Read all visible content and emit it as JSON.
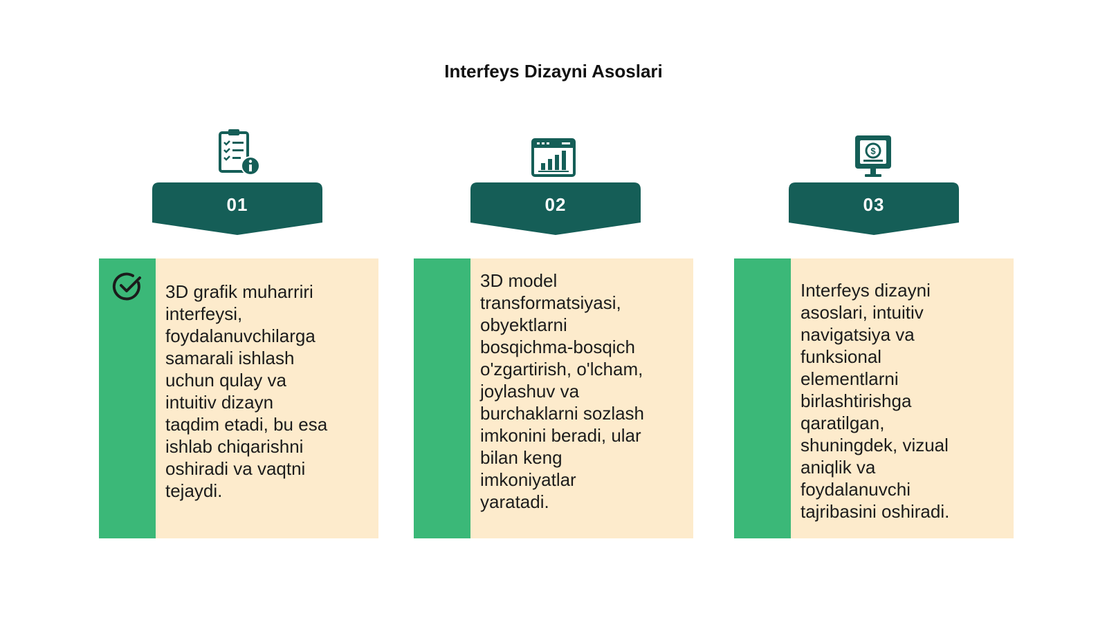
{
  "title": "Interfeys Dizayni Asoslari",
  "colors": {
    "banner": "#155e57",
    "card_bg": "#fdebcc",
    "card_bar": "#3bb878",
    "icon": "#155e57"
  },
  "steps": [
    {
      "number": "01",
      "icon": "clipboard-checklist-info-icon",
      "marker_icon": "check-circle-icon",
      "text": "3D grafik muharriri\ninterfeysi,\nfoydalanuvchilarga\nsamarali ishlash\nuchun qulay va\nintuitiv dizayn\ntaqdim etadi, bu esa\nishlab chiqarishni\noshiradi va vaqtni\ntejaydi."
    },
    {
      "number": "02",
      "icon": "dashboard-bar-chart-icon",
      "text": "3D model\ntransformatsiyasi,\nobyektlarni\nbosqichma-bosqich\no'zgartirish, o'lcham,\njoylashuv va\nburchaklarni sozlash\nimkonini beradi, ular\nbilan keng\nimkoniyatlar\nyaratadi."
    },
    {
      "number": "03",
      "icon": "money-monitor-icon",
      "text": "Interfeys dizayni\nasoslari, intuitiv\nnavigatsiya va\nfunksional\nelementlarni\nbirlashtirishga\nqaratilgan,\nshuningdek, vizual\naniqlik va\nfoydalanuvchi\ntajribasini oshiradi."
    }
  ]
}
